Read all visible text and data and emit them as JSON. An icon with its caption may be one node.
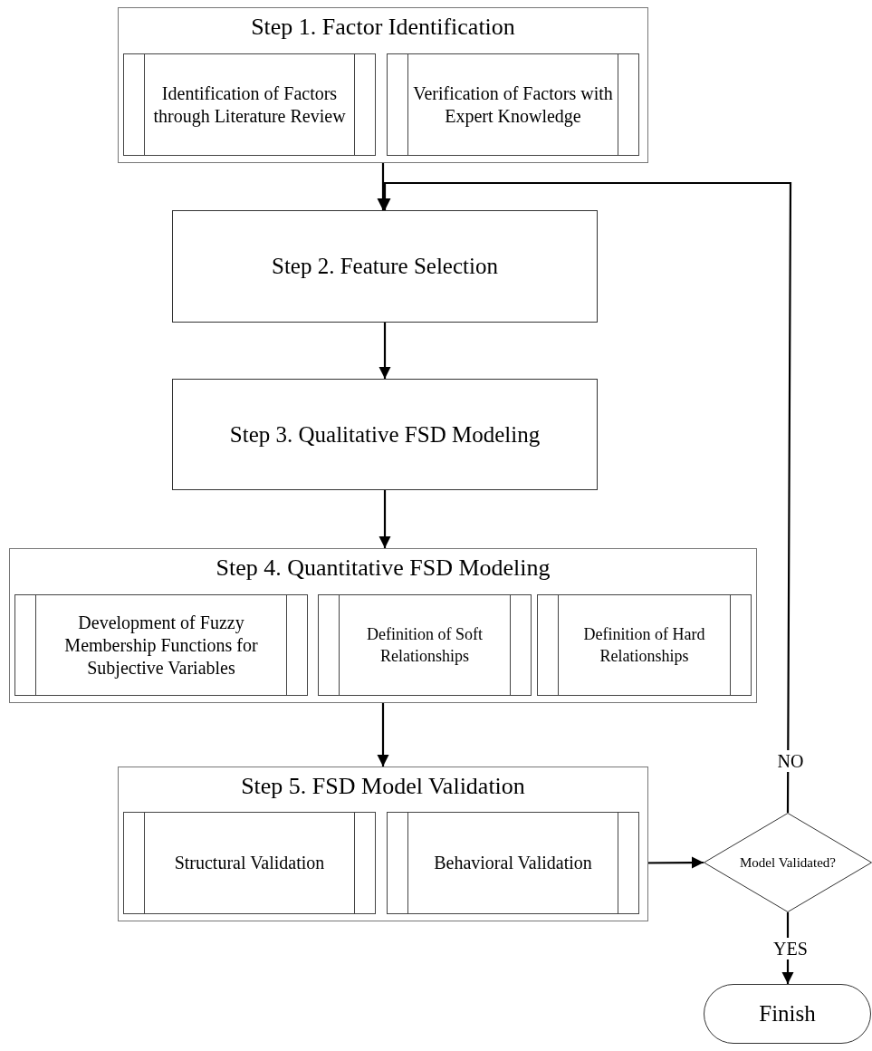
{
  "diagram": {
    "nodes": [
      {
        "text": [
          "Step 1. Factor Identification"
        ]
      },
      {
        "text": [
          "Identification of Factors through Literature Review"
        ],
        "in": 0
      },
      {
        "text": [
          "Verification of Factors with Expert Knowledge"
        ],
        "in": 0
      },
      {
        "text": [
          "Step 2. Feature Selection"
        ]
      },
      {
        "text": [
          "Step 3. Qualitative FSD Modeling"
        ]
      },
      {
        "text": [
          "Step 4. Quantitative FSD Modeling"
        ]
      },
      {
        "text": [
          "Development of Fuzzy Membership Functions for Subjective Variables"
        ],
        "in": 5
      },
      {
        "text": [
          "Definition of Soft Relationships"
        ],
        "in": 5
      },
      {
        "text": [
          "Definition of Hard Relationships"
        ],
        "in": 5
      },
      {
        "text": [
          "Step 5. FSD Model Validation"
        ]
      },
      {
        "text": [
          "Structural Validation"
        ],
        "in": 9
      },
      {
        "text": [
          "Behavioral Validation"
        ],
        "in": 9
      },
      {
        "text": [
          "Model Validated?"
        ]
      },
      {
        "text": [
          "Finish"
        ]
      }
    ],
    "edges": [
      {
        "from": 0,
        "to": 3,
        "arrow": "to"
      },
      {
        "from": 12,
        "to": 3,
        "arrow": "to",
        "label": "NO"
      },
      {
        "from": 3,
        "to": 4,
        "arrow": "to"
      },
      {
        "from": 4,
        "to": 5,
        "arrow": "to"
      },
      {
        "from": 5,
        "to": 9,
        "arrow": "to"
      },
      {
        "from": 11,
        "to": 12,
        "arrow": "to"
      },
      {
        "from": 12,
        "to": 13,
        "arrow": "to",
        "label": "YES"
      }
    ]
  }
}
